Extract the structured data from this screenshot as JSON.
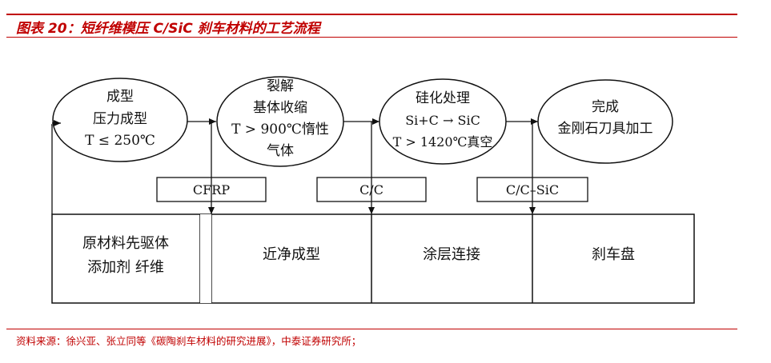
{
  "figure": {
    "title": "图表 20：短纤维模压 C/SiC 刹车材料的工艺流程",
    "source": "资料来源：徐兴亚、张立同等《碳陶刹车材料的研究进展》，中泰证券研究所；"
  },
  "process_steps": [
    {
      "lines": [
        "成型",
        "压力成型",
        "T ≤ 250℃"
      ]
    },
    {
      "lines": [
        "裂解",
        "基体收缩",
        "T > 900℃惰性",
        "气体"
      ]
    },
    {
      "lines": [
        "硅化处理",
        "Si+C → SiC",
        "T > 1420℃真空"
      ]
    },
    {
      "lines": [
        "完成",
        "金刚石刀具加工"
      ]
    }
  ],
  "intermediates": [
    "CFRP",
    "C/C",
    "C/C–SiC"
  ],
  "stages": [
    {
      "lines": [
        "原材料先驱体",
        "添加剂 纤维"
      ]
    },
    {
      "lines": [
        "近净成型"
      ]
    },
    {
      "lines": [
        "涂层连接"
      ]
    },
    {
      "lines": [
        "刹车盘"
      ]
    }
  ]
}
